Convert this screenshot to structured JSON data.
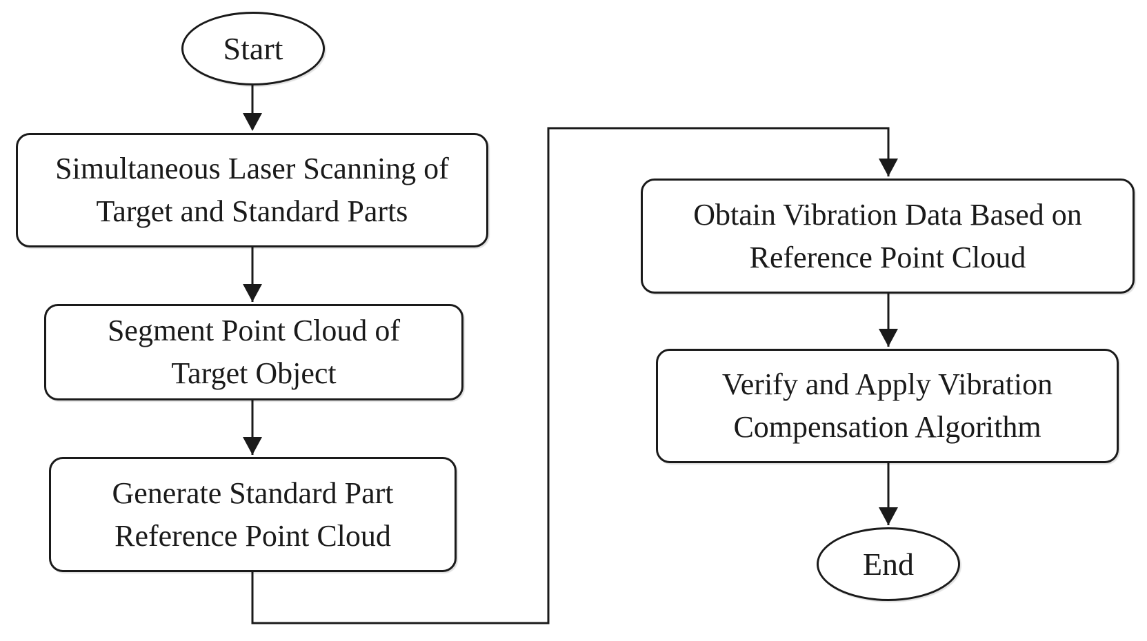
{
  "flowchart": {
    "start": "Start",
    "steps": [
      "Simultaneous Laser Scanning of\nTarget and Standard Parts",
      "Segment Point Cloud of\nTarget Object",
      "Generate Standard Part\nReference Point Cloud",
      "Obtain Vibration Data Based on\nReference Point Cloud",
      "Verify and Apply Vibration\nCompensation Algorithm"
    ],
    "end": "End"
  },
  "colors": {
    "stroke": "#1a1a1a",
    "background": "#ffffff"
  }
}
